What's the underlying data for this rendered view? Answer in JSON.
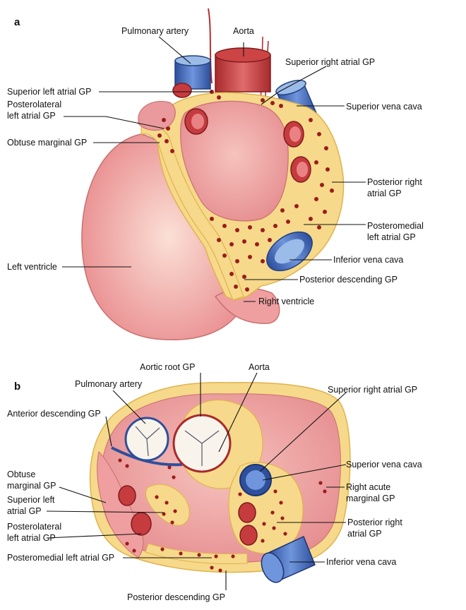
{
  "panels": {
    "a": {
      "letter": "a",
      "labels": {
        "pulmonary_artery": "Pulmonary artery",
        "aorta": "Aorta",
        "superior_right_atrial_gp": "Superior right atrial GP",
        "superior_left_atrial_gp": "Superior left atrial GP",
        "posterolateral_1": "Posterolateral",
        "posterolateral_2": "left atrial GP",
        "superior_vena_cava": "Superior vena cava",
        "obtuse_marginal_gp": "Obtuse marginal GP",
        "posterior_right_1": "Posterior right",
        "posterior_right_2": "atrial GP",
        "posteromedial_1": "Posteromedial",
        "posteromedial_2": "left atrial GP",
        "left_ventricle": "Left ventricle",
        "inferior_vena_cava": "Inferior vena cava",
        "posterior_descending_gp": "Posterior descending GP",
        "right_ventricle": "Right ventricle"
      }
    },
    "b": {
      "letter": "b",
      "labels": {
        "aortic_root_gp": "Aortic root GP",
        "aorta": "Aorta",
        "pulmonary_artery": "Pulmonary artery",
        "superior_right_atrial_gp": "Superior right atrial GP",
        "anterior_descending_gp": "Anterior descending GP",
        "obtuse_1": "Obtuse",
        "obtuse_2": "marginal GP",
        "superior_vena_cava": "Superior vena cava",
        "superior_left_1": "Superior left",
        "superior_left_2": "atrial GP",
        "right_acute_1": "Right acute",
        "right_acute_2": "marginal GP",
        "posterolateral_1": "Posterolateral",
        "posterolateral_2": "left atrial GP",
        "posterior_right_1": "Posterior right",
        "posterior_right_2": "atrial GP",
        "posteromedial_left_atrial_gp": "Posteromedial left atrial GP",
        "inferior_vena_cava": "Inferior vena cava",
        "posterior_descending_gp": "Posterior descending GP"
      }
    }
  },
  "colors": {
    "heart_pink": "#f2a9a8",
    "heart_light": "#f8d1c8",
    "fat_yellow": "#f6d98a",
    "fat_edge": "#e0b24e",
    "ganglia_red": "#9b1c1c",
    "vessel_red": "#c23a3a",
    "vein_blue": "#3b63b0",
    "vein_light": "#9bbbe8"
  }
}
